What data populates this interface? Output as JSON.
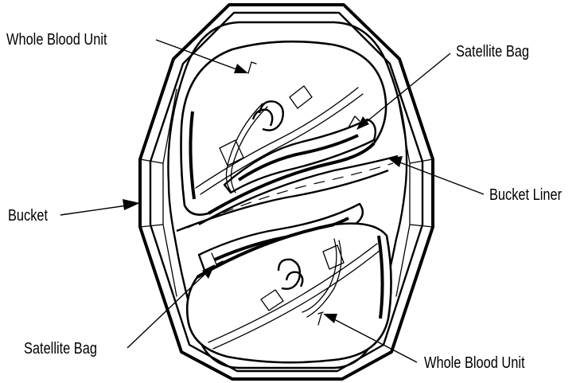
{
  "labels": {
    "whole_blood_top": "Whole Blood Unit",
    "satellite_bag_top": "Satellite Bag",
    "bucket": "Bucket",
    "bucket_liner": "Bucket Liner",
    "satellite_bag_bottom": "Satellite Bag",
    "whole_blood_bottom": "Whole Blood Unit"
  }
}
